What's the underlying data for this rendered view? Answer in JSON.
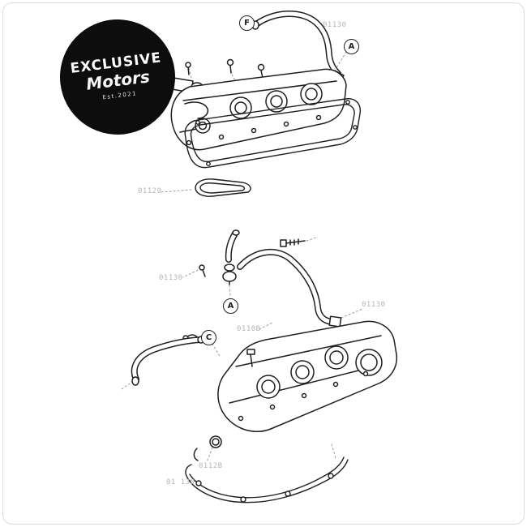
{
  "page": {
    "background": "#ffffff",
    "frame_color": "#dcdcdc"
  },
  "logo": {
    "title": "EXCLUSIVE",
    "subtitle": "Motors",
    "tagline": "Est.2021",
    "bg_color": "#0d0d0d",
    "text_color": "#ffffff"
  },
  "diagram": {
    "ink_color": "#1f1f1f",
    "label_color": "#b5b5b5",
    "callouts": [
      {
        "label": "F"
      },
      {
        "label": "A"
      },
      {
        "label": "A"
      },
      {
        "label": "C"
      }
    ],
    "part_labels": [
      {
        "text": "01130"
      },
      {
        "text": "01120"
      },
      {
        "text": "01130"
      },
      {
        "text": "0110B"
      },
      {
        "text": "01130"
      },
      {
        "text": "0112B"
      },
      {
        "text": "01 130"
      }
    ]
  }
}
